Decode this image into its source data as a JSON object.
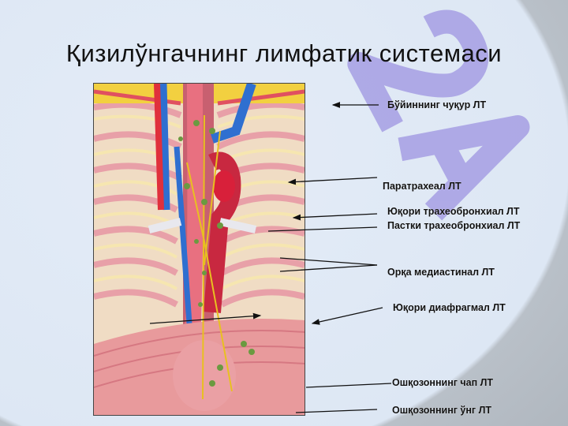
{
  "title": "Қизилўнгачнинг  лимфатик системаси",
  "watermark": "2A",
  "labels": [
    "Бўйиннинг чуқур ЛТ",
    "Паратрахеал ЛТ",
    "Юқори трахеобронхиал ЛТ",
    "Пастки трахеобронхиал ЛТ",
    "Орқа медиастинал ЛТ",
    "Юқори диафрагмал ЛТ",
    "Ошқозоннинг чап ЛТ",
    "Ошқозоннинг ўнг ЛТ"
  ],
  "colors": {
    "watermark_purple": "#9a8fe0",
    "watermark_grey": "#8a8f99"
  }
}
